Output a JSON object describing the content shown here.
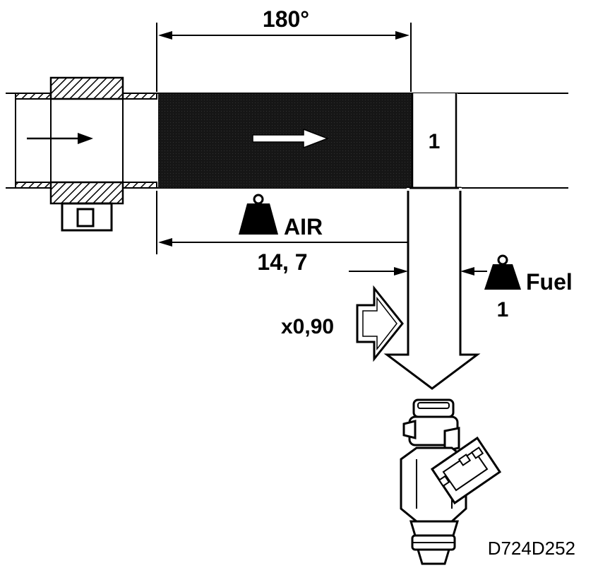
{
  "labels": {
    "angle": "180°",
    "cell_number": "1",
    "air": "AIR",
    "ratio_air": "14, 7",
    "correction": "x0,90",
    "fuel": "Fuel",
    "ratio_fuel": "1",
    "drawing_code": "D724D252"
  },
  "colors": {
    "ink": "#000000",
    "paper": "#ffffff",
    "air_fill": "#1a1a1a"
  }
}
